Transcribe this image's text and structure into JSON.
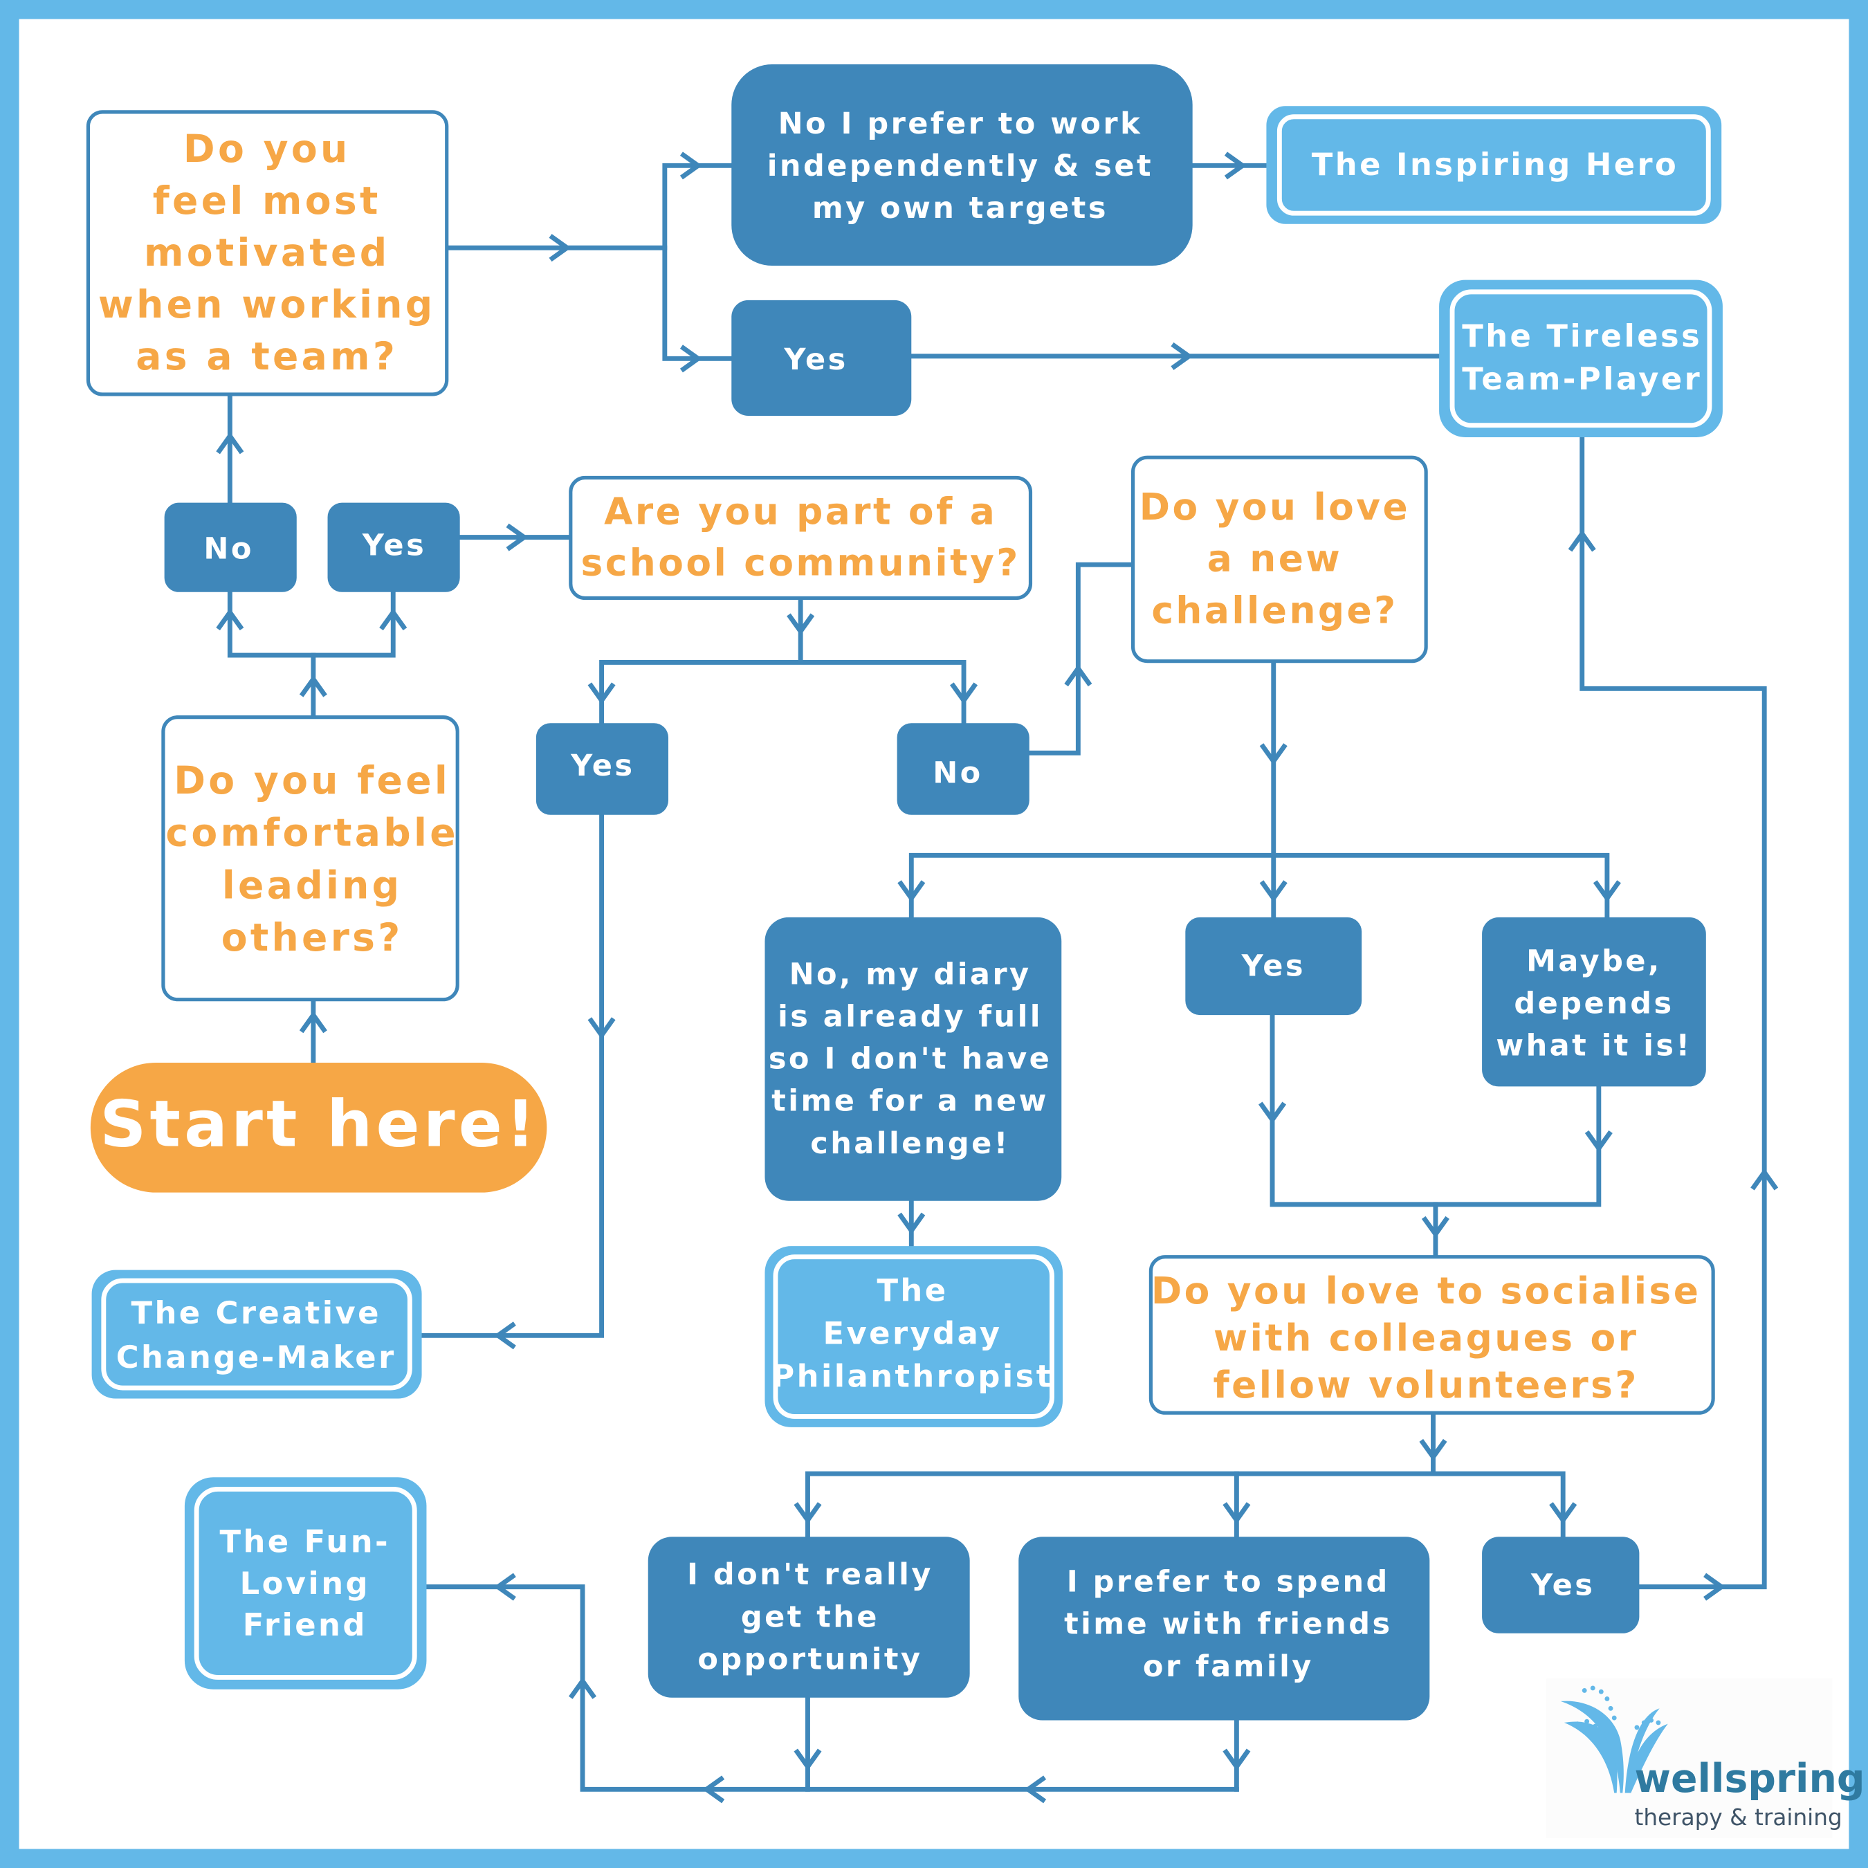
{
  "colors": {
    "frame": "#63b8e8",
    "connector": "#3f87ba",
    "question_text": "#f6a746",
    "answer_fill": "#3f87ba",
    "result_fill": "#63b8e8",
    "start_fill": "#f6a746",
    "logo_text": "#2f7aa0"
  },
  "start": {
    "label": "Start here!"
  },
  "questions": {
    "leading": [
      "Do you feel",
      "comfortable",
      "leading",
      "others?"
    ],
    "team": [
      "Do you",
      "feel most",
      "motivated",
      "when working",
      "as a team?"
    ],
    "school": [
      "Are you part of a",
      "school community?"
    ],
    "challenge": [
      "Do you love",
      "a new",
      "challenge?"
    ],
    "socialise": [
      "Do you love to socialise",
      "with colleagues or",
      "fellow volunteers?"
    ]
  },
  "answers": {
    "leading_no": [
      "No"
    ],
    "leading_yes": [
      "Yes"
    ],
    "team_no": [
      "No I prefer to work",
      "independently & set",
      "my own targets"
    ],
    "team_yes": [
      "Yes"
    ],
    "school_yes": [
      "Yes"
    ],
    "school_no": [
      "No"
    ],
    "challenge_no": [
      "No, my diary",
      "is already full",
      "so I don't have",
      "time for a new",
      "challenge!"
    ],
    "challenge_yes": [
      "Yes"
    ],
    "challenge_maybe": [
      "Maybe,",
      "depends",
      "what it is!"
    ],
    "social_no_opportunity": [
      "I don't really",
      "get the",
      "opportunity"
    ],
    "social_friends": [
      "I prefer to spend",
      "time with friends",
      "or family"
    ],
    "social_yes": [
      "Yes"
    ]
  },
  "results": {
    "inspiring_hero": [
      "The Inspiring Hero"
    ],
    "tireless_team_player": [
      "The Tireless",
      "Team-Player"
    ],
    "creative_change_maker": [
      "The Creative",
      "Change-Maker"
    ],
    "everyday_philanthropist": [
      "The",
      "Everyday",
      "Philanthropist"
    ],
    "fun_loving_friend": [
      "The Fun-",
      "Loving",
      "Friend"
    ]
  },
  "logo": {
    "name": "wellspring",
    "tagline": "therapy & training"
  }
}
